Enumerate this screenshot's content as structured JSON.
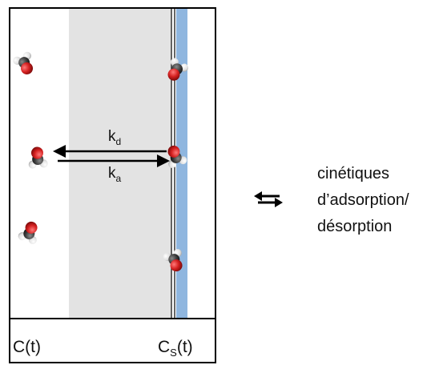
{
  "rates": {
    "desorption_symbol": "k",
    "desorption_sub": "d",
    "adsorption_symbol": "k",
    "adsorption_sub": "a"
  },
  "concentrations": {
    "bulk": "C(t)",
    "surface_symbol": "C",
    "surface_sub": "S",
    "surface_suffix": "(t)"
  },
  "legend": {
    "icon": "exchange-arrows-icon",
    "line1": "cinétiques",
    "line2": "d’adsorption/",
    "line3": "désorption"
  },
  "colors": {
    "diffusion_layer": "#e3e3e3",
    "surface": "#8fb6df",
    "oxygen": "#cc1e1e",
    "carbon": "#3a3a3a",
    "hydrogen": "#e8e8e8"
  }
}
